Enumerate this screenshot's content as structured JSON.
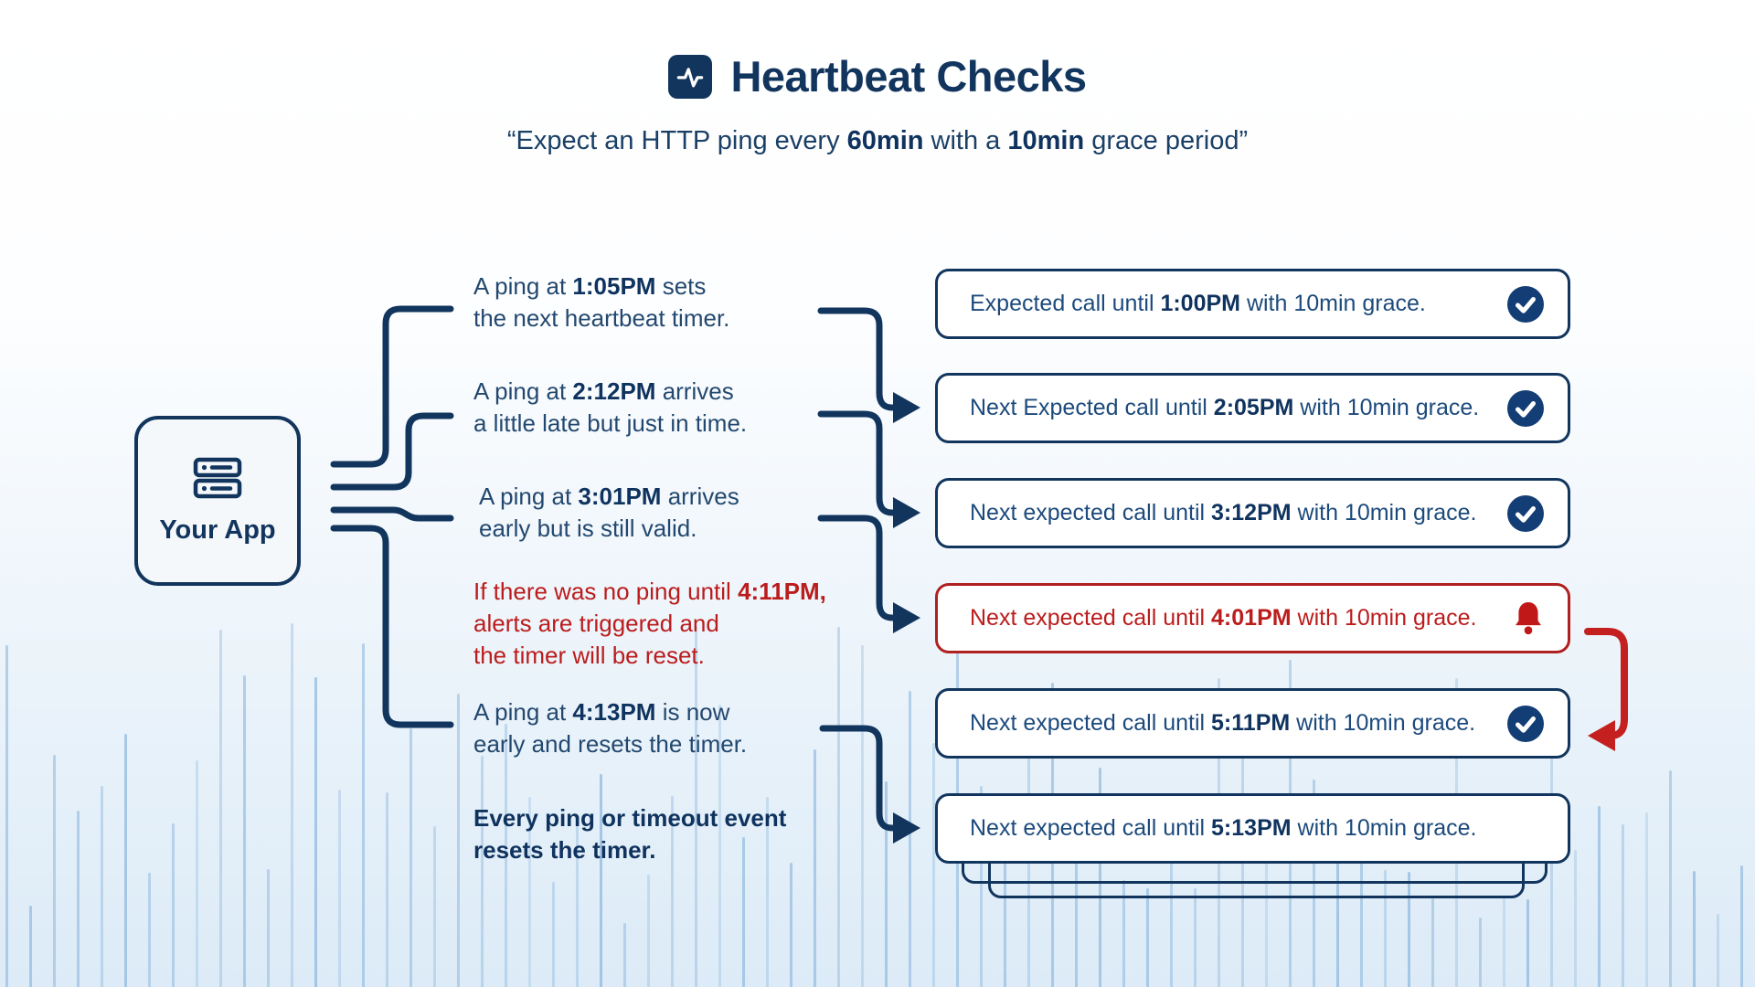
{
  "header": {
    "icon": "heartbeat-pulse-icon",
    "title": "Heartbeat Checks",
    "subtitle_segments": [
      [
        "“Expect an HTTP ping every ",
        0
      ],
      [
        "60min",
        1
      ],
      [
        " with a ",
        0
      ],
      [
        "10min",
        1
      ],
      [
        " grace period”",
        0
      ]
    ]
  },
  "app_box": {
    "icon": "server-icon",
    "label": "Your App"
  },
  "events": [
    {
      "tone": "navy",
      "lines": [
        [
          [
            "A ping at ",
            0
          ],
          [
            "1:05PM",
            1
          ],
          [
            " sets",
            0
          ]
        ],
        [
          [
            "the next heartbeat timer.",
            0
          ]
        ]
      ]
    },
    {
      "tone": "navy",
      "lines": [
        [
          [
            "A ping at ",
            0
          ],
          [
            "2:12PM",
            1
          ],
          [
            " arrives",
            0
          ]
        ],
        [
          [
            "a little late but just in time.",
            0
          ]
        ]
      ]
    },
    {
      "tone": "navy",
      "lines": [
        [
          [
            "A ping at ",
            0
          ],
          [
            "3:01PM",
            1
          ],
          [
            " arrives",
            0
          ]
        ],
        [
          [
            "early but is still valid.",
            0
          ]
        ]
      ]
    },
    {
      "tone": "red",
      "lines": [
        [
          [
            "If there was no ping until ",
            0
          ],
          [
            "4:11PM,",
            1
          ]
        ],
        [
          [
            "alerts are triggered and",
            0
          ]
        ],
        [
          [
            "the timer will be reset.",
            0
          ]
        ]
      ]
    },
    {
      "tone": "navy",
      "lines": [
        [
          [
            "A ping at ",
            0
          ],
          [
            "4:13PM",
            1
          ],
          [
            " is now",
            0
          ]
        ],
        [
          [
            "early and resets the timer.",
            0
          ]
        ]
      ]
    },
    {
      "tone": "navy-bold",
      "lines": [
        [
          [
            "Every ping or timeout event",
            1
          ]
        ],
        [
          [
            "resets the timer.",
            1
          ]
        ]
      ]
    }
  ],
  "status_boxes": [
    {
      "icon": "check",
      "tone": "navy",
      "segments": [
        [
          "Expected call until ",
          0
        ],
        [
          "1:00PM",
          1
        ],
        [
          " with 10min grace.",
          0
        ]
      ]
    },
    {
      "icon": "check",
      "tone": "navy",
      "segments": [
        [
          "Next Expected call until ",
          0
        ],
        [
          "2:05PM",
          1
        ],
        [
          " with 10min grace.",
          0
        ]
      ]
    },
    {
      "icon": "check",
      "tone": "navy",
      "segments": [
        [
          "Next expected call until ",
          0
        ],
        [
          "3:12PM",
          1
        ],
        [
          " with 10min grace.",
          0
        ]
      ]
    },
    {
      "icon": "bell",
      "tone": "red",
      "segments": [
        [
          "Next expected call until ",
          0
        ],
        [
          "4:01PM",
          1
        ],
        [
          " with 10min grace.",
          0
        ]
      ]
    },
    {
      "icon": "check",
      "tone": "navy",
      "segments": [
        [
          "Next expected call until ",
          0
        ],
        [
          "5:11PM",
          1
        ],
        [
          " with 10min grace.",
          0
        ]
      ]
    },
    {
      "icon": "none",
      "tone": "navy",
      "segments": [
        [
          "Next expected call until ",
          0
        ],
        [
          "5:13PM",
          1
        ],
        [
          " with 10min grace.",
          0
        ]
      ]
    }
  ],
  "colors": {
    "navy": "#12355e",
    "navy_text": "#23486f",
    "red": "#bb1c1c",
    "check_circle": "#133e75",
    "bell_red": "#c01818",
    "waveform_blue": "#8fb8dd"
  }
}
